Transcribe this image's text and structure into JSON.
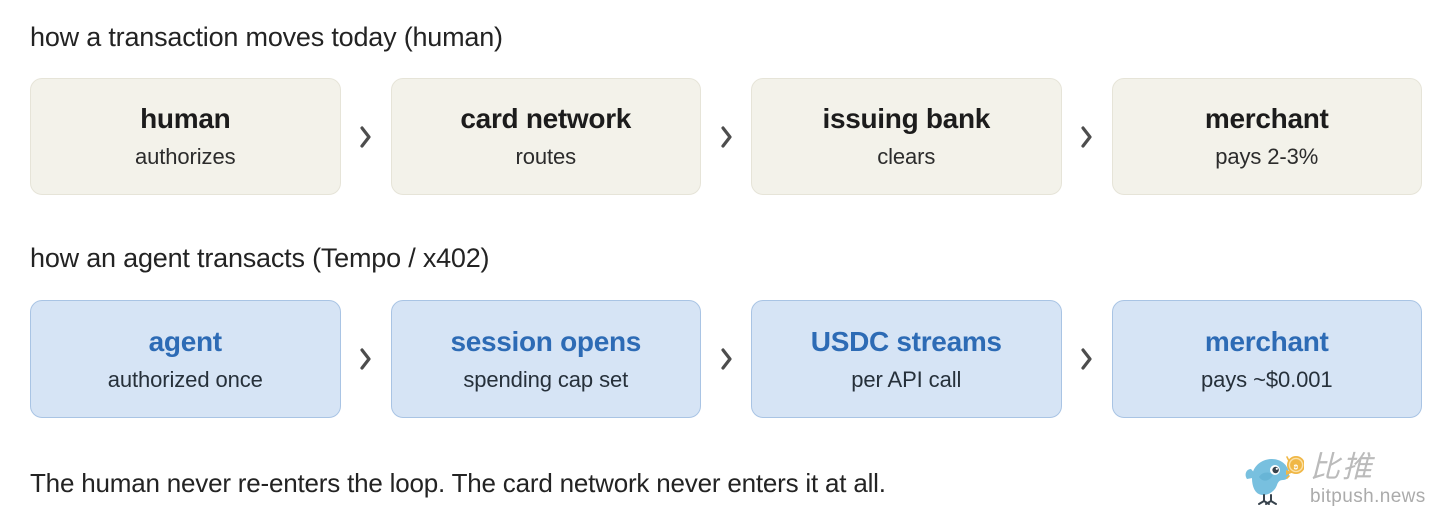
{
  "sections": [
    {
      "heading": "how a transaction moves today (human)",
      "variant": "human",
      "steps": [
        {
          "title": "human",
          "sub": "authorizes"
        },
        {
          "title": "card network",
          "sub": "routes"
        },
        {
          "title": "issuing bank",
          "sub": "clears"
        },
        {
          "title": "merchant",
          "sub": "pays 2-3%"
        }
      ]
    },
    {
      "heading": "how an agent transacts (Tempo / x402)",
      "variant": "agent",
      "steps": [
        {
          "title": "agent",
          "sub": "authorized once"
        },
        {
          "title": "session opens",
          "sub": "spending cap set"
        },
        {
          "title": "USDC streams",
          "sub": "per API call"
        },
        {
          "title": "merchant",
          "sub": "pays ~$0.001"
        }
      ]
    }
  ],
  "separator": {
    "glyph": "›",
    "icon": "chevron-right-icon"
  },
  "footer": {
    "note": "The human never re-enters the loop. The card network never enters it at all."
  },
  "watermark": {
    "brand_cn": "比推",
    "url": "bitpush.news",
    "bird_icon": "bird-icon",
    "coin_icon": "bitcoin-coin-icon"
  },
  "colors": {
    "background": "#ffffff",
    "text_primary": "#232323",
    "human_card_bg": "#f3f2ea",
    "human_card_border": "#e6e4d8",
    "agent_card_bg": "#d6e4f5",
    "agent_card_border": "#a9c4e4",
    "agent_title": "#2d6bb5",
    "chevron": "#4d4d4d",
    "watermark_bird": "#73bede",
    "watermark_coin": "#f0b53f",
    "watermark_text": "#b0b0b0"
  }
}
